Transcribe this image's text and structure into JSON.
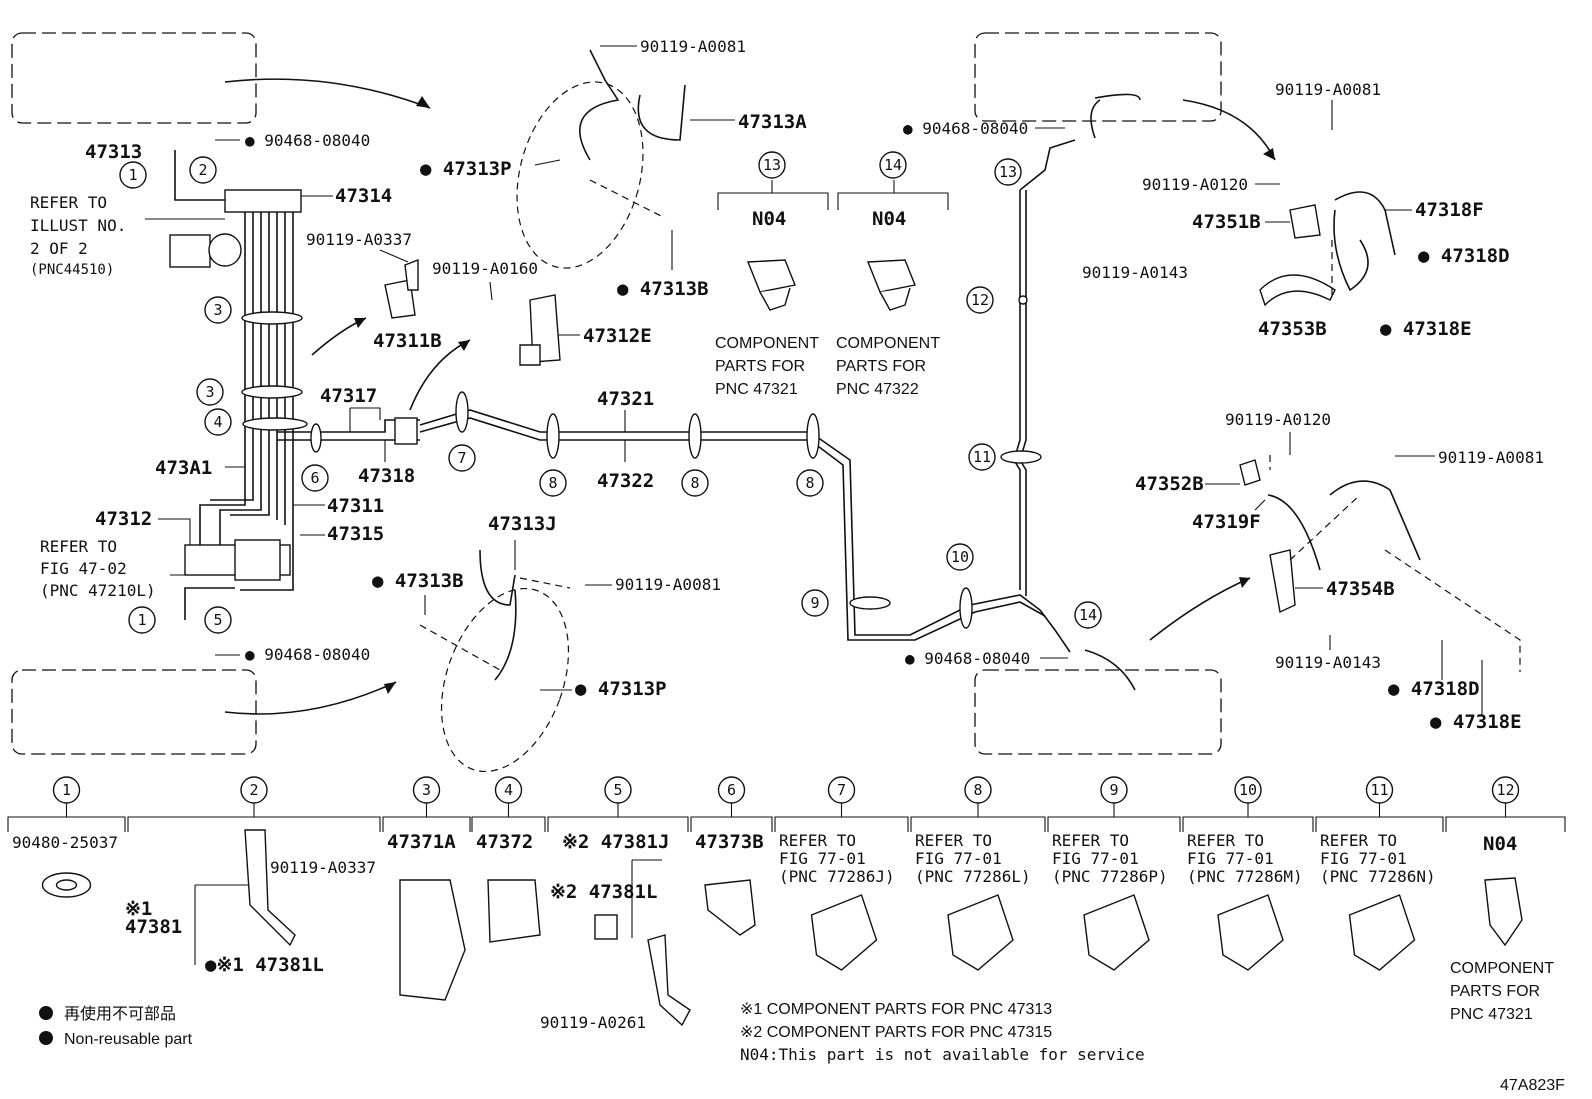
{
  "labels": {
    "p47313": "47313",
    "p47314": "47314",
    "p473A1": "473A1",
    "p47312": "47312",
    "p47311": "47311",
    "p47315": "47315",
    "p47317": "47317",
    "p47318": "47318",
    "p47311B": "47311B",
    "p47312E": "47312E",
    "p47321": "47321",
    "p47322": "47322",
    "p47313A": "47313A",
    "p47313P_top": "47313P",
    "p47313B_top": "47313B",
    "p47313J": "47313J",
    "p47313B_low": "47313B",
    "p47313P_low": "47313P",
    "p47318F": "47318F",
    "p47351B": "47351B",
    "p47318D_top": "47318D",
    "p47353B": "47353B",
    "p47318E_top": "47318E",
    "p47352B": "47352B",
    "p47319F": "47319F",
    "p47354B": "47354B",
    "p47318D_low": "47318D",
    "p47318E_low": "47318E",
    "b90119A0081_top": "90119-A0081",
    "b90119A0081_right": "90119-A0081",
    "b90119A0081_rlow": "90119-A0081",
    "b90119A0081_mid": "90119-A0081",
    "b90119A0337": "90119-A0337",
    "b90119A0160": "90119-A0160",
    "b90119A0120_top": "90119-A0120",
    "b90119A0120_low": "90119-A0120",
    "b90119A0143_top": "90119-A0143",
    "b90119A0143_low": "90119-A0143",
    "c90468_a": "90468-08040",
    "c90468_b": "90468-08040",
    "c90468_c": "90468-08040",
    "c90468_d": "90468-08040",
    "refer_illust": [
      "REFER TO",
      "ILLUST NO.",
      "2 OF 2",
      "(PNC44510)"
    ],
    "refer_fig": [
      "REFER TO",
      "FIG 47-02",
      "(PNC 47210L)"
    ],
    "n13_code": "N04",
    "n14_code": "N04",
    "comp_47321": [
      "COMPONENT",
      "PARTS FOR",
      "PNC 47321"
    ],
    "comp_47322": [
      "COMPONENT",
      "PARTS FOR",
      "PNC 47322"
    ]
  },
  "callouts": [
    "1",
    "2",
    "3",
    "4",
    "5",
    "6",
    "7",
    "8",
    "9",
    "10",
    "11",
    "12",
    "13",
    "14"
  ],
  "bottom_table": [
    {
      "num": "1",
      "text": [
        "90480-25037"
      ]
    },
    {
      "num": "2",
      "text": [
        "90119-A0337",
        "※1",
        "47381",
        "●※1 47381L"
      ]
    },
    {
      "num": "3",
      "text": [
        "47371A"
      ]
    },
    {
      "num": "4",
      "text": [
        "47372"
      ]
    },
    {
      "num": "5",
      "text": [
        "※2  47381J",
        "※2 47381L",
        "90119-A0261"
      ]
    },
    {
      "num": "6",
      "text": [
        "47373B"
      ]
    },
    {
      "num": "7",
      "text": [
        "REFER TO",
        "FIG 77-01",
        "(PNC 77286J)"
      ]
    },
    {
      "num": "8",
      "text": [
        "REFER TO",
        "FIG 77-01",
        "(PNC 77286L)"
      ]
    },
    {
      "num": "9",
      "text": [
        "REFER TO",
        "FIG 77-01",
        "(PNC 77286P)"
      ]
    },
    {
      "num": "10",
      "text": [
        "REFER TO",
        "FIG 77-01",
        "(PNC 77286M)"
      ]
    },
    {
      "num": "11",
      "text": [
        "REFER TO",
        "FIG 77-01",
        "(PNC 77286N)"
      ]
    },
    {
      "num": "12",
      "text": [
        "N04",
        "COMPONENT",
        "PARTS FOR",
        "PNC 47321"
      ]
    }
  ],
  "legend": {
    "jp": "再使用不可部品",
    "en": "Non-reusable part",
    "note1": "※1 COMPONENT PARTS FOR PNC 47313",
    "note2": "※2 COMPONENT PARTS FOR PNC 47315",
    "note3": "N04:This part is not available for service",
    "ref": "47A823F"
  }
}
